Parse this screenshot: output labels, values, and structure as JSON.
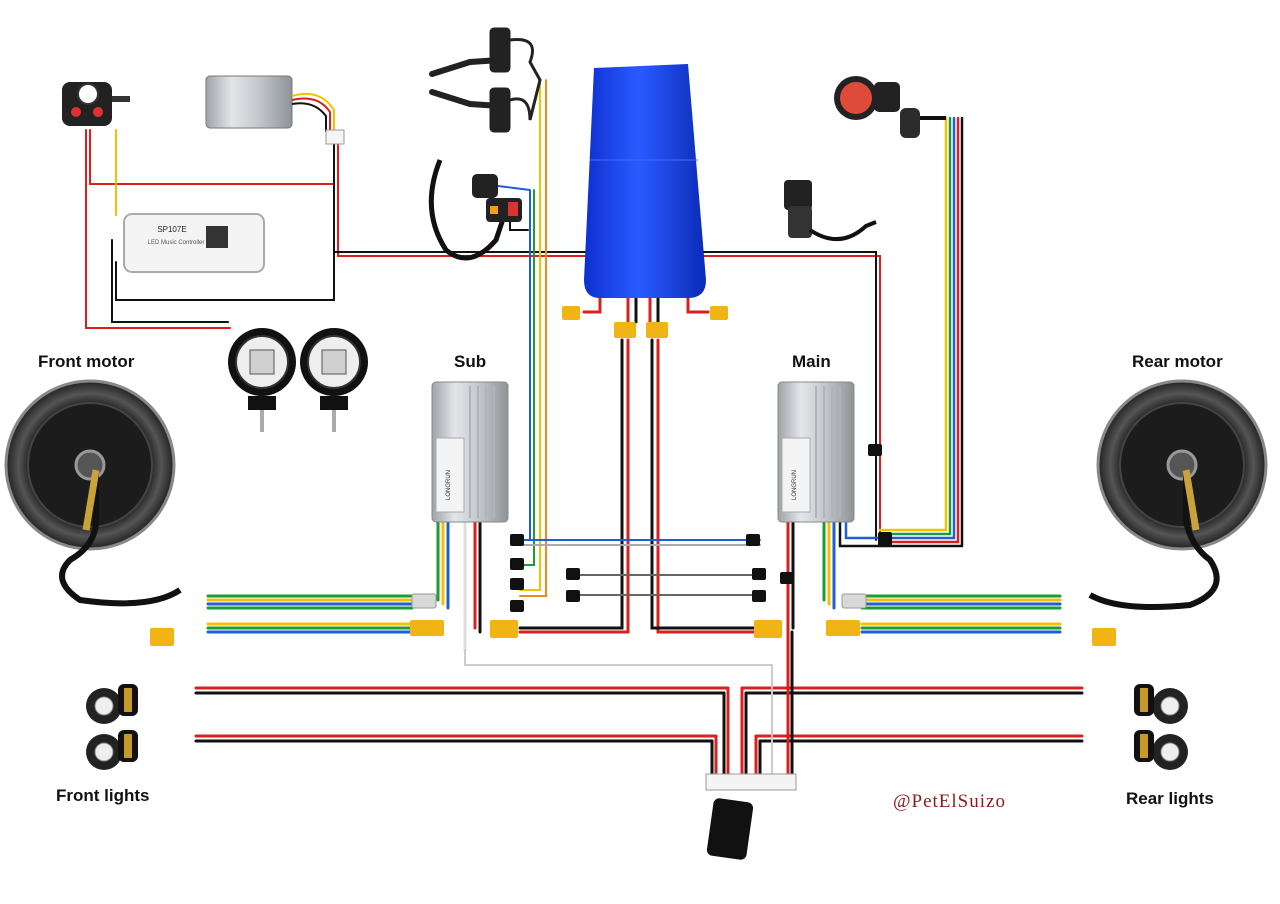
{
  "labels": {
    "front_motor": "Front motor",
    "rear_motor": "Rear motor",
    "sub_controller": "Sub",
    "main_controller": "Main",
    "front_lights": "Front lights",
    "rear_lights": "Rear lights",
    "credit": "@PetElSuizo"
  },
  "components": {
    "led_controller_model": "SP107E",
    "led_controller_subtitle": "LED Music Controller",
    "controller_brand": "LONGRUN"
  },
  "colors": {
    "battery": "#1b44e6",
    "wire_red": "#d9201f",
    "wire_black": "#111111",
    "wire_yellow": "#f2c200",
    "wire_green": "#1f9a3a",
    "wire_blue": "#1f5fd6",
    "wire_orange": "#f08a1a",
    "connector_yellow": "#f0b414",
    "credit": "#8a1c1c"
  }
}
